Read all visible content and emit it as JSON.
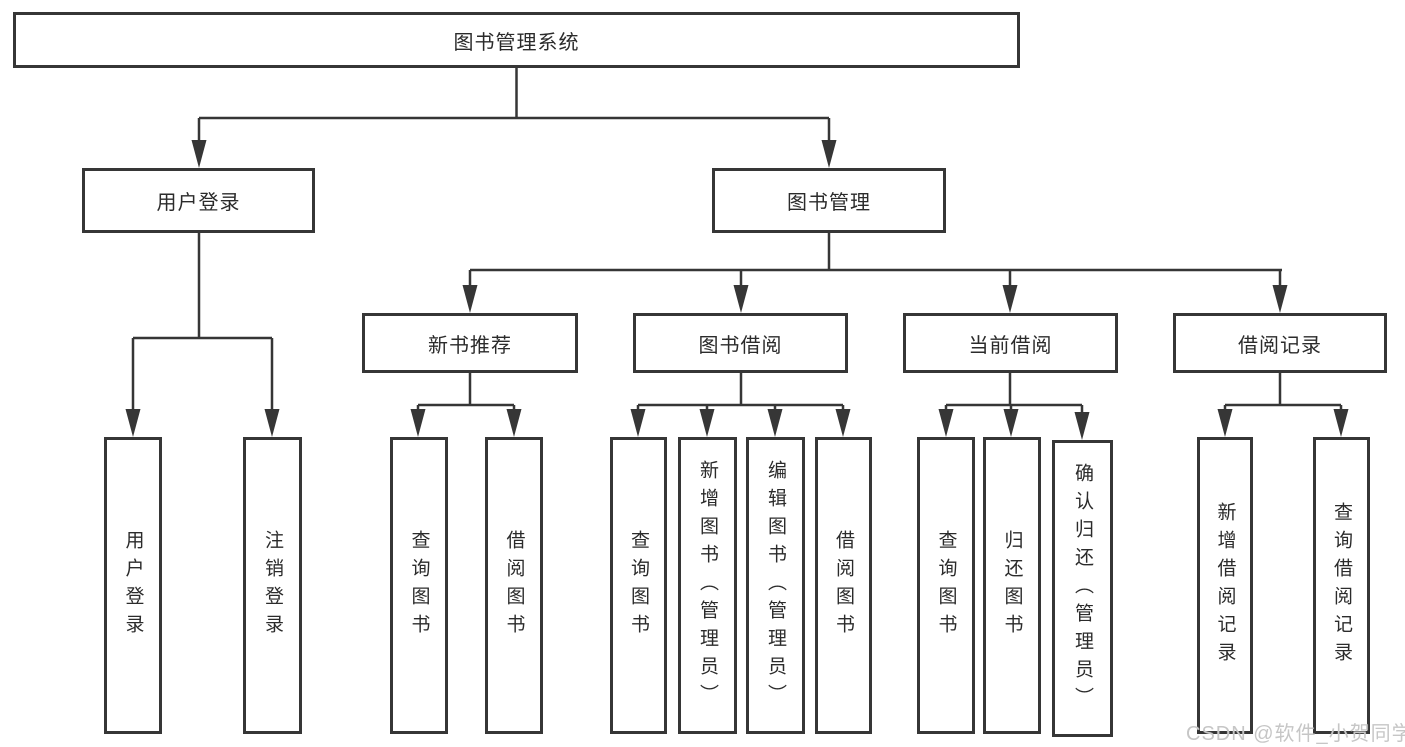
{
  "diagram_title": "图书管理系统",
  "watermark": "CSDN @软件_小贺同学",
  "colors": {
    "line": "#363636",
    "box_border": "#363636",
    "box_fill": "#ffffff",
    "text": "#2b2b2b",
    "watermark": "#c6c6c6",
    "background": "#ffffff"
  },
  "nodes": {
    "root": {
      "label": "图书管理系统"
    },
    "user_login": {
      "label": "用户登录"
    },
    "book_management": {
      "label": "图书管理"
    },
    "new_book_recommend": {
      "label": "新书推荐"
    },
    "book_borrowing": {
      "label": "图书借阅"
    },
    "current_borrowing": {
      "label": "当前借阅"
    },
    "borrowing_records": {
      "label": "借阅记录"
    },
    "leaf_user_login": {
      "label": "用户登录"
    },
    "leaf_logout": {
      "label": "注销登录"
    },
    "leaf_query_books_1": {
      "label": "查询图书"
    },
    "leaf_borrow_books_1": {
      "label": "借阅图书"
    },
    "leaf_query_books_2": {
      "label": "查询图书"
    },
    "leaf_add_books": {
      "label": "新增图书（管理员）"
    },
    "leaf_edit_books": {
      "label": "编辑图书（管理员）"
    },
    "leaf_borrow_books_2": {
      "label": "借阅图书"
    },
    "leaf_query_books_3": {
      "label": "查询图书"
    },
    "leaf_return_books": {
      "label": "归还图书"
    },
    "leaf_confirm_return": {
      "label": "确认归还（管理员）"
    },
    "leaf_add_borrow_record": {
      "label": "新增借阅记录"
    },
    "leaf_query_borrow_record": {
      "label": "查询借阅记录"
    }
  },
  "hierarchy": {
    "图书管理系统": [
      "用户登录",
      "图书管理"
    ],
    "用户登录": [
      "用户登录",
      "注销登录"
    ],
    "图书管理": [
      "新书推荐",
      "图书借阅",
      "当前借阅",
      "借阅记录"
    ],
    "新书推荐": [
      "查询图书",
      "借阅图书"
    ],
    "图书借阅": [
      "查询图书",
      "新增图书（管理员）",
      "编辑图书（管理员）",
      "借阅图书"
    ],
    "当前借阅": [
      "查询图书",
      "归还图书",
      "确认归还（管理员）"
    ],
    "借阅记录": [
      "新增借阅记录",
      "查询借阅记录"
    ]
  }
}
